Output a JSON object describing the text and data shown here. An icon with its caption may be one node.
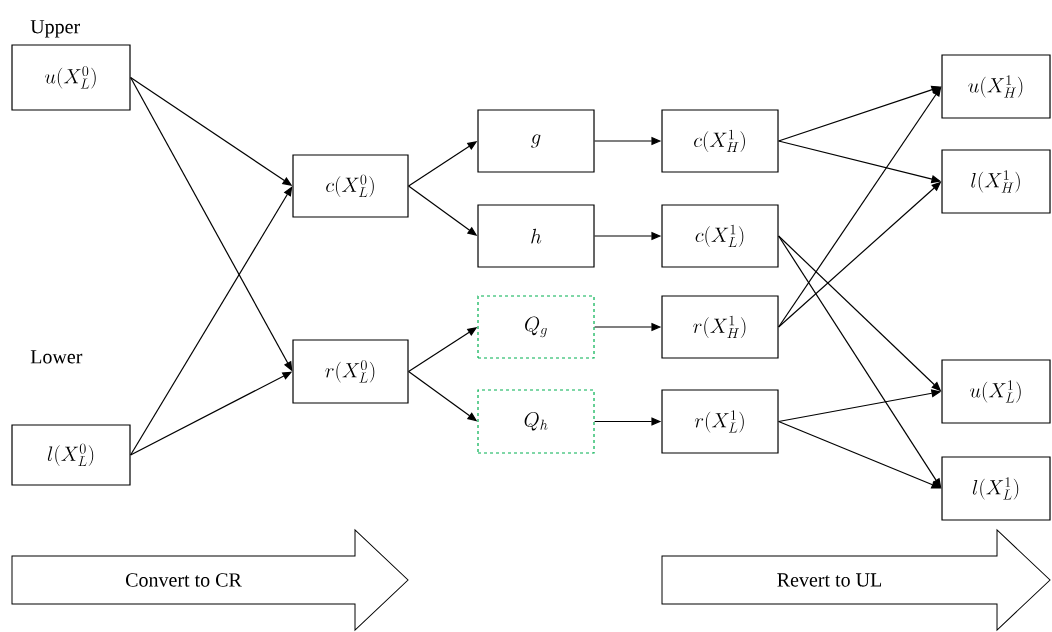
{
  "diagram": {
    "nodes": [
      {
        "text": [
          "u(X_L^0)"
        ]
      },
      {
        "text": [
          "l(X_L^0)"
        ]
      },
      {
        "text": [
          "c(X_L^0)"
        ]
      },
      {
        "text": [
          "r(X_L^0)"
        ]
      },
      {
        "text": [
          "g"
        ]
      },
      {
        "text": [
          "h"
        ]
      },
      {
        "text": [
          "Q_g"
        ]
      },
      {
        "text": [
          "Q_h"
        ]
      },
      {
        "text": [
          "c(X_H^1)"
        ]
      },
      {
        "text": [
          "c(X_L^1)"
        ]
      },
      {
        "text": [
          "r(X_H^1)"
        ]
      },
      {
        "text": [
          "r(X_L^1)"
        ]
      },
      {
        "text": [
          "u(X_H^1)"
        ]
      },
      {
        "text": [
          "l(X_H^1)"
        ]
      },
      {
        "text": [
          "u(X_L^1)"
        ]
      },
      {
        "text": [
          "l(X_L^1)"
        ]
      },
      {
        "text": [
          "Convert to CR"
        ]
      },
      {
        "text": [
          "Revert to UL"
        ]
      }
    ],
    "edges": [
      {
        "from": 0,
        "to": 2,
        "arrow": "to"
      },
      {
        "from": 0,
        "to": 3,
        "arrow": "to"
      },
      {
        "from": 1,
        "to": 2,
        "arrow": "to"
      },
      {
        "from": 1,
        "to": 3,
        "arrow": "to"
      },
      {
        "from": 2,
        "to": 4,
        "arrow": "to"
      },
      {
        "from": 2,
        "to": 5,
        "arrow": "to"
      },
      {
        "from": 3,
        "to": 6,
        "arrow": "to"
      },
      {
        "from": 3,
        "to": 7,
        "arrow": "to"
      },
      {
        "from": 4,
        "to": 8,
        "arrow": "to"
      },
      {
        "from": 5,
        "to": 9,
        "arrow": "to"
      },
      {
        "from": 6,
        "to": 10,
        "arrow": "to"
      },
      {
        "from": 7,
        "to": 11,
        "arrow": "to"
      },
      {
        "from": 8,
        "to": 12,
        "arrow": "to"
      },
      {
        "from": 8,
        "to": 13,
        "arrow": "to"
      },
      {
        "from": 9,
        "to": 14,
        "arrow": "to"
      },
      {
        "from": 9,
        "to": 15,
        "arrow": "to"
      },
      {
        "from": 10,
        "to": 12,
        "arrow": "to"
      },
      {
        "from": 10,
        "to": 13,
        "arrow": "to"
      },
      {
        "from": 11,
        "to": 14,
        "arrow": "to"
      },
      {
        "from": 11,
        "to": 15,
        "arrow": "to"
      }
    ],
    "labels": [
      "Upper",
      "Lower"
    ]
  }
}
